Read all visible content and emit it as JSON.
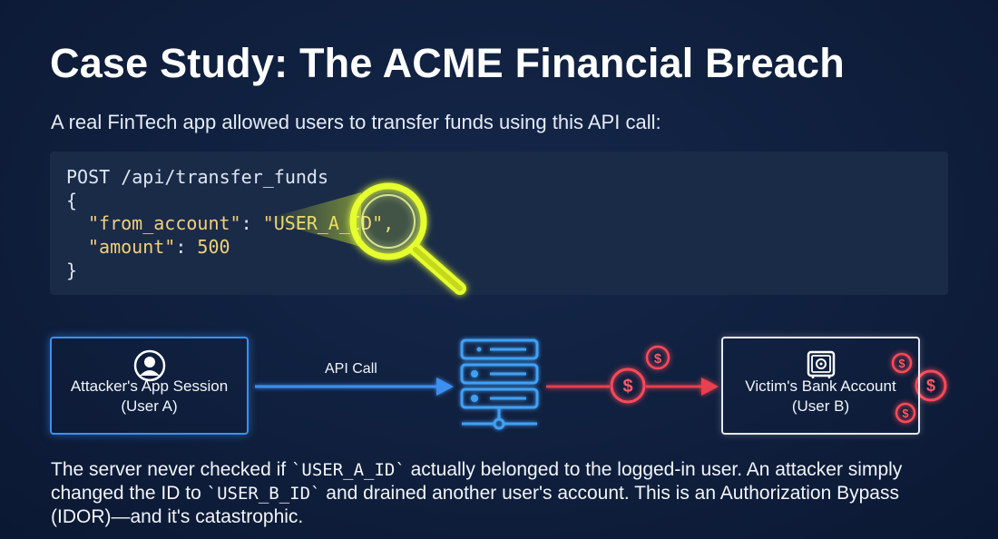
{
  "title": "Case Study: The ACME Financial Breach",
  "subtitle": "A real FinTech app allowed users to transfer funds using this API call:",
  "code": {
    "line1": "POST /api/transfer_funds",
    "line2": "{",
    "line3_key": "\"from_account\"",
    "line3_sep": ": ",
    "line3_val": "\"USER_A_ID\",",
    "line4_key": "\"amount\"",
    "line4_sep": ": ",
    "line4_val": "500",
    "line5": "}"
  },
  "diagram": {
    "attacker_label_1": "Attacker's App Session",
    "attacker_label_2": "(User A)",
    "api_call_label": "API Call",
    "victim_label_1": "Victim's Bank Account",
    "victim_label_2": "(User B)",
    "currency_symbol": "$"
  },
  "explanation": {
    "part1": "The server never checked if ",
    "code1": "`USER_A_ID`",
    "part2": " actually belonged to the logged-in user. An attacker simply changed the ID to ",
    "code2": "`USER_B_ID`",
    "part3": " and drained another user's account. This is an Authorization Bypass (IDOR)—and it's catastrophic."
  },
  "colors": {
    "background": "#0f1f3d",
    "code_bg": "#1a2b48",
    "accent_blue": "#3d8ff0",
    "danger_red": "#e8404d",
    "highlight_yellow": "#e6ff2e"
  }
}
